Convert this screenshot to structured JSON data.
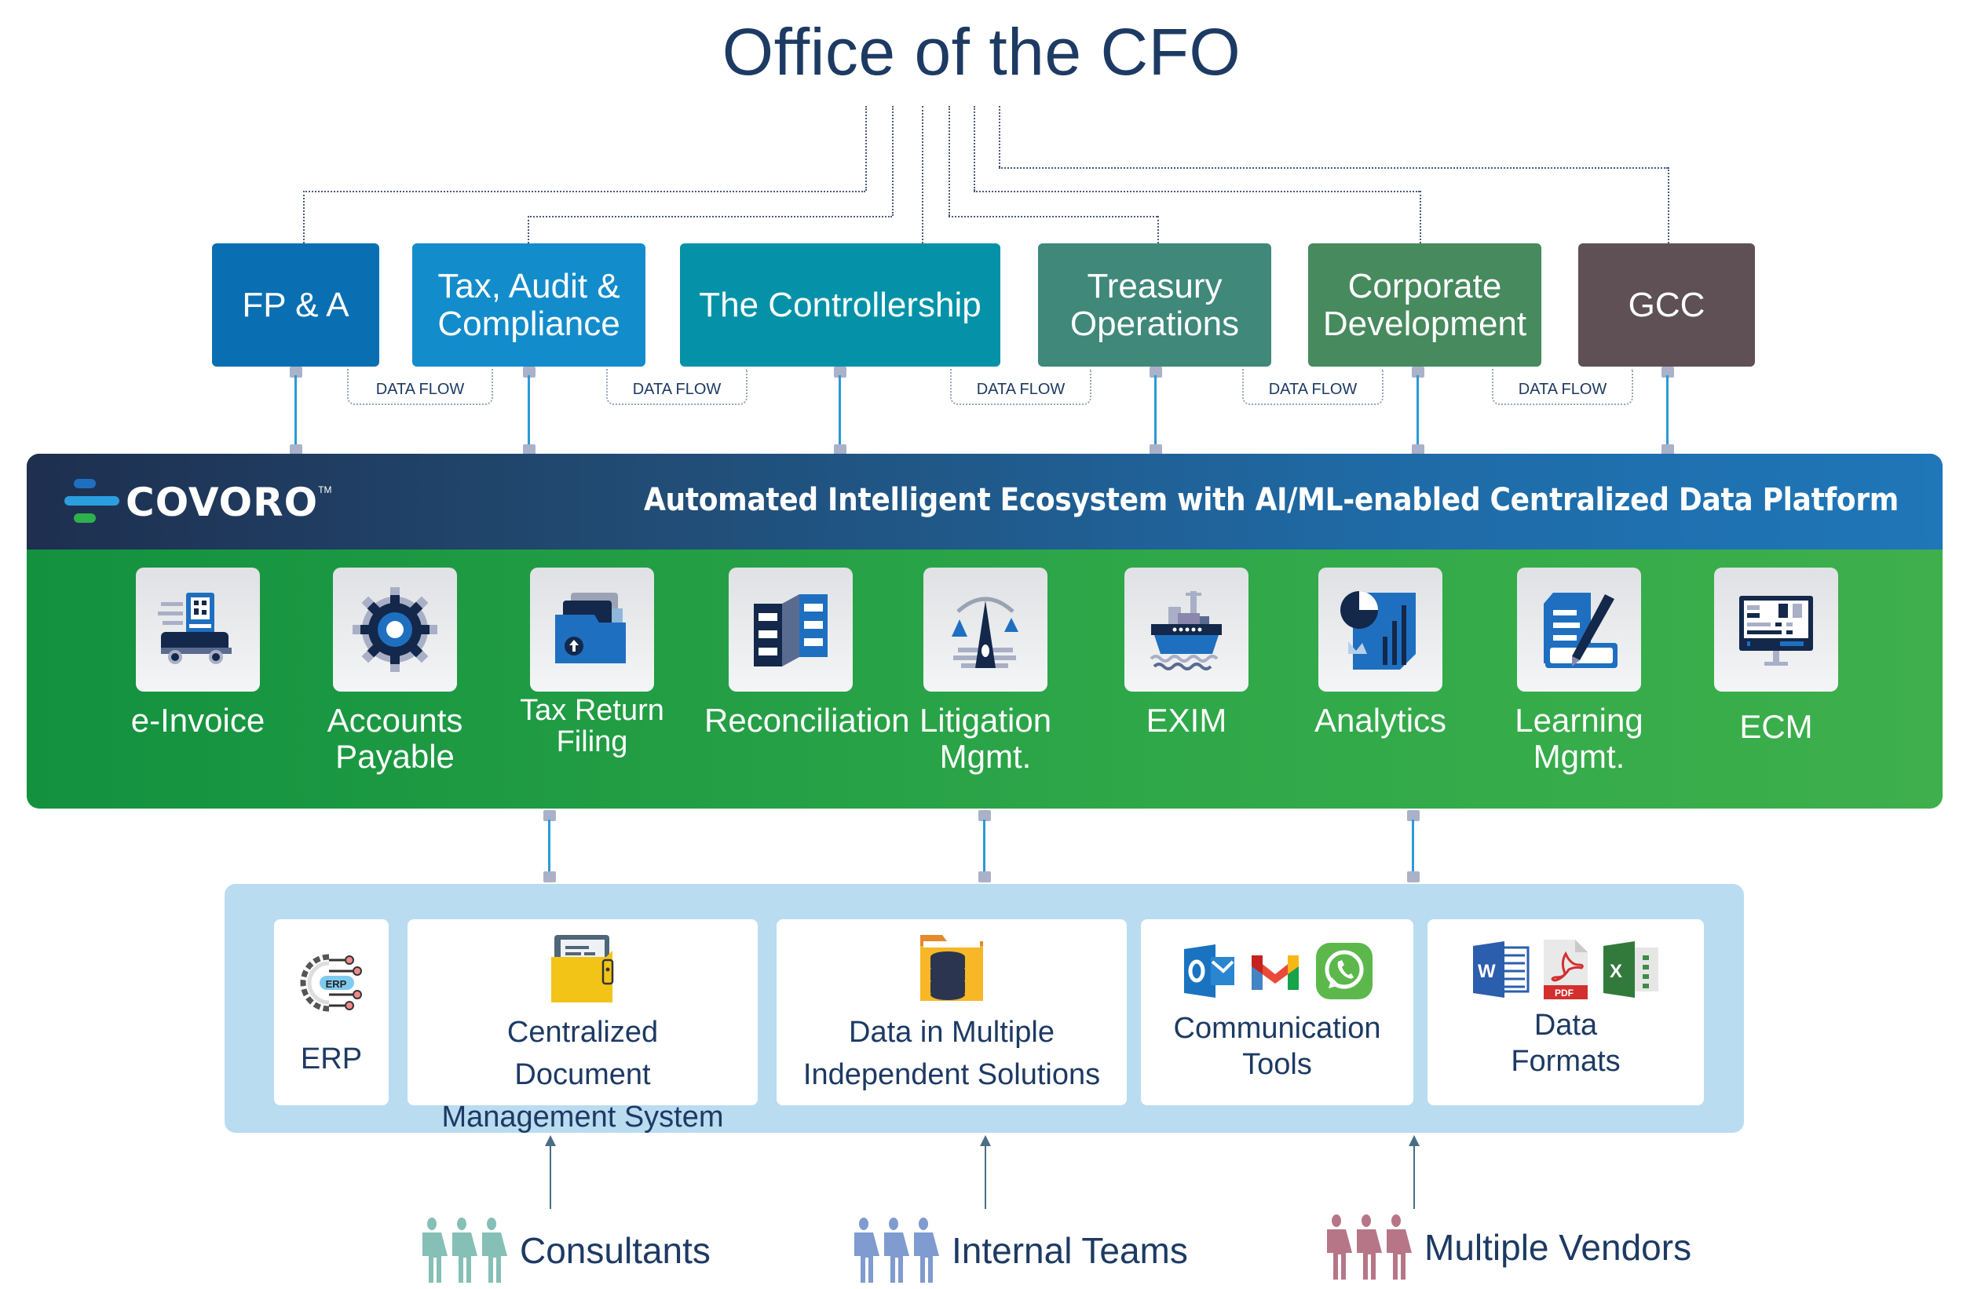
{
  "title": "Office of the CFO",
  "functions": [
    {
      "label": "FP & A",
      "color": "#0a6fb2"
    },
    {
      "label": "Tax, Audit & Compliance",
      "color": "#138ccb"
    },
    {
      "label": "The Controllership",
      "color": "#0592a8"
    },
    {
      "label": "Treasury Operations",
      "color": "#3f887a"
    },
    {
      "label": "Corporate Development",
      "color": "#468a5e"
    },
    {
      "label": "GCC",
      "color": "#5e5055"
    }
  ],
  "data_flow_label": "DATA FLOW",
  "platform": {
    "brand": "COVORO",
    "trademark": "TM",
    "tagline": "Automated Intelligent Ecosystem with AI/ML-enabled Centralized Data Platform",
    "modules": [
      {
        "label": "e-Invoice",
        "icon": "e-invoice-truck-icon"
      },
      {
        "label": "Accounts Payable",
        "icon": "gear-icon"
      },
      {
        "label": "Tax Return Filing",
        "icon": "folder-upload-icon"
      },
      {
        "label": "Reconciliation",
        "icon": "reconciliation-icon"
      },
      {
        "label": "Litigation Mgmt.",
        "icon": "scales-icon"
      },
      {
        "label": "EXIM",
        "icon": "ship-icon"
      },
      {
        "label": "Analytics",
        "icon": "analytics-chart-icon"
      },
      {
        "label": "Learning Mgmt.",
        "icon": "document-pen-icon"
      },
      {
        "label": "ECM",
        "icon": "monitor-icon"
      }
    ]
  },
  "sources": [
    {
      "label": "ERP",
      "icon": "erp-gear-icon",
      "badge": "ERP"
    },
    {
      "label": "Centralized Document Management System",
      "icon": "document-folder-icon"
    },
    {
      "label": "Data in Multiple Independent Solutions",
      "icon": "database-folder-icon"
    },
    {
      "label": "Communication Tools",
      "icons": [
        "outlook-icon",
        "gmail-icon",
        "whatsapp-icon"
      ]
    },
    {
      "label": "Data Formats",
      "icons": [
        "word-icon",
        "pdf-icon",
        "excel-icon"
      ],
      "pdf_badge": "PDF"
    }
  ],
  "stakeholders": [
    {
      "label": "Consultants",
      "color": "#86bfb5"
    },
    {
      "label": "Internal Teams",
      "color": "#7f9bd0"
    },
    {
      "label": "Multiple Vendors",
      "color": "#b77688"
    }
  ]
}
